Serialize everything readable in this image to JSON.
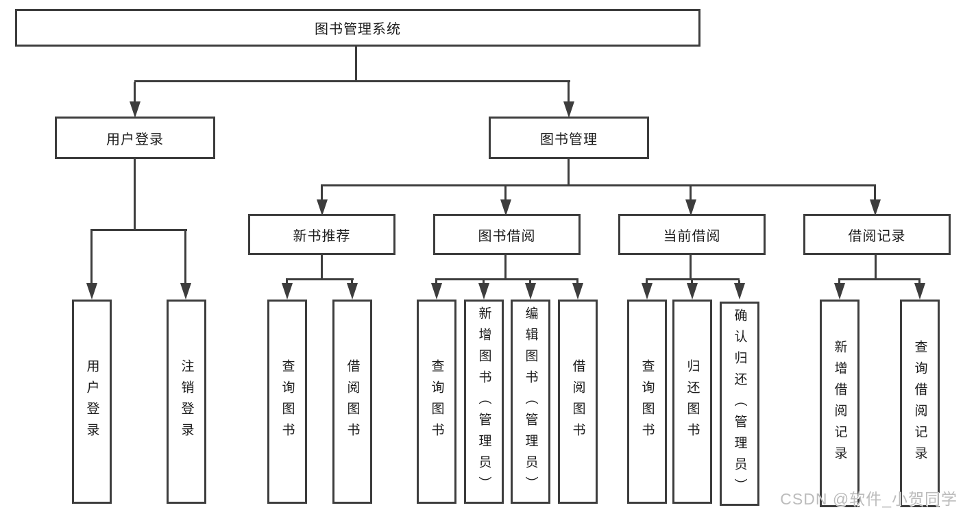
{
  "root_label": "图书管理系统",
  "user_login": {
    "label": "用户登录",
    "children": [
      "用户登录",
      "注销登录"
    ]
  },
  "book_mgmt": {
    "label": "图书管理",
    "sections": [
      {
        "label": "新书推荐",
        "children": [
          "查询图书",
          "借阅图书"
        ]
      },
      {
        "label": "图书借阅",
        "children": [
          "查询图书",
          "新增图书（管理员）",
          "编辑图书（管理员）",
          "借阅图书"
        ]
      },
      {
        "label": "当前借阅",
        "children": [
          "查询图书",
          "归还图书",
          "确认归还（管理员）"
        ]
      },
      {
        "label": "借阅记录",
        "children": [
          "新增借阅记录",
          "查询借阅记录"
        ]
      }
    ]
  },
  "watermark": "CSDN @软件_小贺同学",
  "colors": {
    "line": "#3d3d3d",
    "watermark": "#bcbcbc",
    "background": "#ffffff"
  }
}
